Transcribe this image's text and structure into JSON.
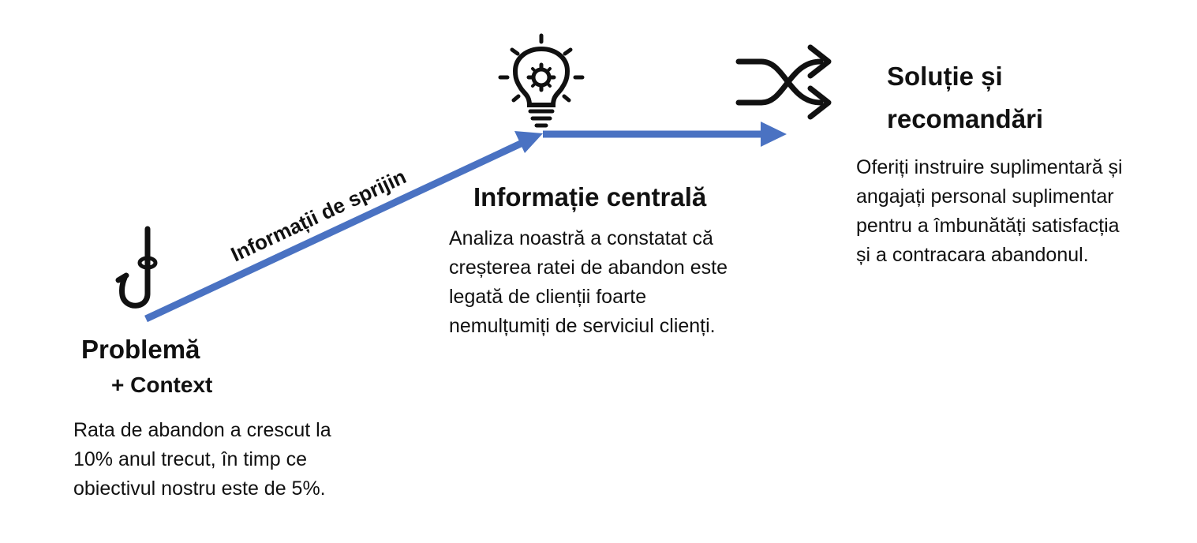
{
  "colors": {
    "arrow": "#4a72c2",
    "icon": "#111111",
    "text": "#111111",
    "background": "#ffffff"
  },
  "icons": {
    "hook": "fishing-hook-icon",
    "lightbulb": "lightbulb-gear-icon",
    "shuffle": "shuffle-arrows-icon"
  },
  "arrow_label": "Informații de sprijin",
  "problem": {
    "title": "Problemă",
    "subtitle": "+ Context",
    "text_lines": [
      "Rata de abandon a crescut la",
      "10% anul trecut, în timp ce",
      "obiectivul nostru este de 5%."
    ]
  },
  "central": {
    "title": "Informație centrală",
    "text_lines": [
      "Analiza noastră a constatat că",
      "creșterea ratei de abandon este",
      "legată de clienții foarte",
      "nemulțumiți de serviciul clienți."
    ]
  },
  "solution": {
    "title_lines": [
      "Soluție și",
      "recomandări"
    ],
    "text_lines": [
      "Oferiți instruire suplimentară și",
      "angajați personal suplimentar",
      "pentru a îmbunătăți satisfacția",
      "și a contracara abandonul."
    ]
  }
}
